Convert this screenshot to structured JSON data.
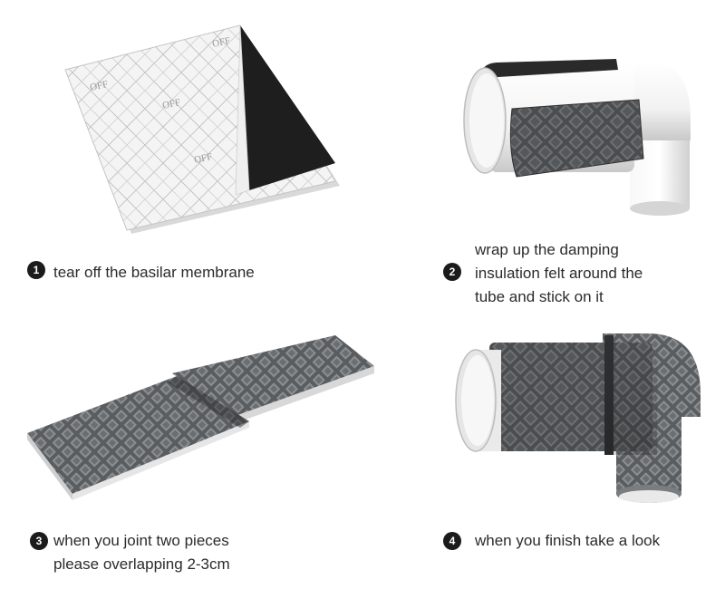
{
  "steps": [
    {
      "number": "1",
      "lines": [
        "tear off the basilar membrane"
      ]
    },
    {
      "number": "2",
      "lines": [
        "wrap up the damping",
        "insulation felt around the",
        "tube and stick on it"
      ]
    },
    {
      "number": "3",
      "lines": [
        "when you joint two pieces",
        "please overlapping 2-3cm"
      ]
    },
    {
      "number": "4",
      "lines": [
        "when you finish take a look"
      ]
    }
  ],
  "liner_print_text": "OFF"
}
